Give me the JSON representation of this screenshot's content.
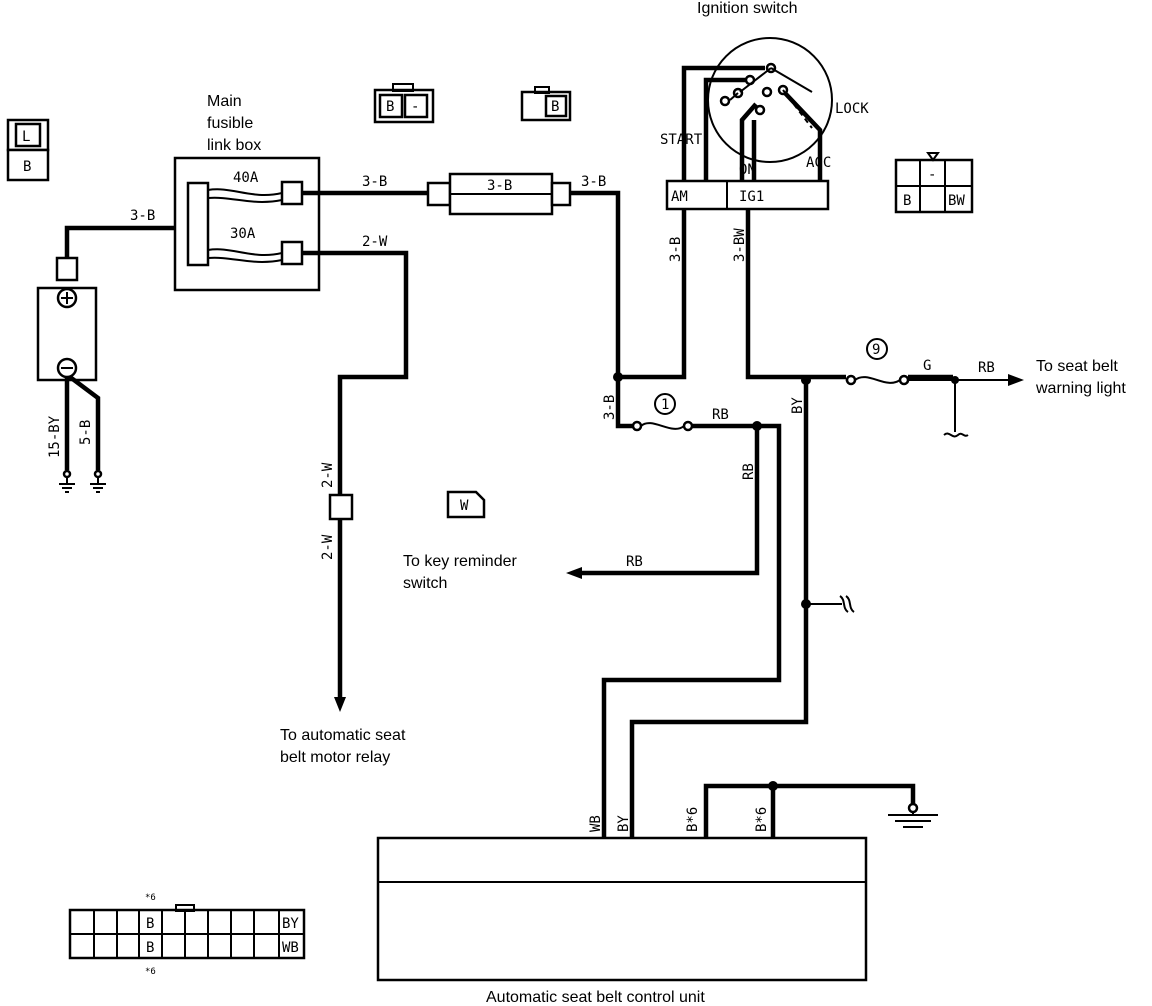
{
  "captions": {
    "ignition_switch": "Ignition switch",
    "main_fusible_link_box_1": "Main",
    "main_fusible_link_box_2": "fusible",
    "main_fusible_link_box_3": "link box",
    "to_seat_belt_warning_1": "To seat belt",
    "to_seat_belt_warning_2": "warning light",
    "to_key_reminder_1": "To key reminder",
    "to_key_reminder_2": "switch",
    "to_motor_relay_1": "To automatic seat",
    "to_motor_relay_2": "belt motor relay",
    "control_unit": "Automatic seat belt control unit"
  },
  "ignition_switch": {
    "start": "START",
    "on": "ON",
    "acc": "ACC",
    "lock": "LOCK",
    "am": "AM",
    "ig1": "IG1"
  },
  "fusible_links": {
    "upper": "40A",
    "lower": "30A"
  },
  "fuses": {
    "fuse_1": "1",
    "fuse_9": "9"
  },
  "wires": {
    "battery_to_link": "3-B",
    "link_40a_out": "3-B",
    "inline_link": "3-B",
    "after_inline": "3-B",
    "link_30a_out": "2-W",
    "relay_wire_upper": "2-W",
    "relay_wire_lower": "2-W",
    "to_am": "3-B",
    "from_ig1": "3-BW",
    "junction_down": "3-B",
    "after_fuse_1": "RB",
    "rb_vertical": "RB",
    "to_key_reminder": "RB",
    "by_vertical": "BY",
    "after_fuse_9": "G",
    "to_warning_light": "RB",
    "battery_ground_1": "15-BY",
    "battery_ground_2": "5-B",
    "cu_wb": "WB",
    "cu_by": "BY",
    "cu_b6_1": "B*6",
    "cu_b6_2": "B*6"
  },
  "connectors": {
    "conn_top_left_top": "L",
    "conn_top_left_bottom": "B",
    "conn_a_1": "B",
    "conn_a_2": "-",
    "conn_b_1": "B",
    "conn_c_1": "-",
    "conn_c_2": "B",
    "conn_c_3": "BW",
    "conn_w": "W",
    "cu_conn_top_note": "*6",
    "cu_conn_top_pin": "B",
    "cu_conn_top_right": "BY",
    "cu_conn_bottom_pin": "B",
    "cu_conn_bottom_right": "WB",
    "cu_conn_bottom_note": "*6"
  }
}
